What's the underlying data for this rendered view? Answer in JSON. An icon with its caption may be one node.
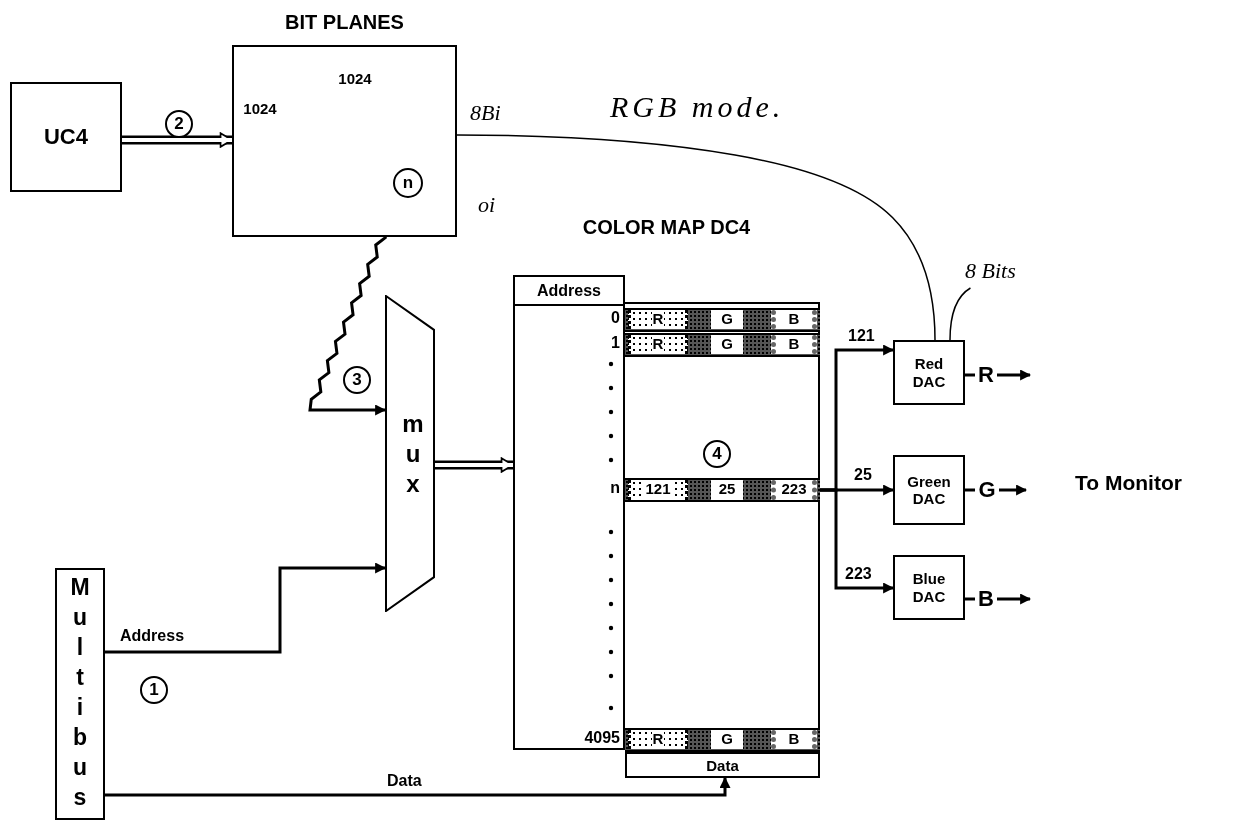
{
  "diagram": {
    "nodes": [
      {
        "text": [
          "BIT PLANES"
        ]
      },
      {
        "text": [
          "n"
        ],
        "in": 0
      },
      {
        "text": [
          "UC4"
        ]
      },
      {
        "text": [
          "mux"
        ]
      },
      {
        "text": [
          "Multibus"
        ]
      },
      {
        "text": [
          "COLOR MAP DC4"
        ]
      },
      {
        "text": [
          "Address"
        ],
        "in": 5
      },
      {
        "text": [
          "Data"
        ],
        "in": 5
      },
      {
        "text": [
          "Red DAC"
        ]
      },
      {
        "text": [
          "Green DAC"
        ]
      },
      {
        "text": [
          "Blue DAC"
        ]
      },
      {
        "text": [
          "R"
        ]
      },
      {
        "text": [
          "G"
        ]
      },
      {
        "text": [
          "B"
        ]
      },
      {
        "text": [
          "8 Bits"
        ]
      },
      {
        "text": [
          "2"
        ]
      },
      {
        "text": [
          "3"
        ]
      },
      {
        "text": [
          "4"
        ],
        "in": 5
      },
      {
        "text": [
          "1"
        ]
      }
    ],
    "edges": [
      {
        "from": 2,
        "to": 0,
        "arrow": "to",
        "style": "thick"
      },
      {
        "from": 1,
        "to": 3,
        "arrow": "to"
      },
      {
        "from": 4,
        "to": 3,
        "arrow": "to",
        "label": "Address"
      },
      {
        "from": 4,
        "to": 7,
        "arrow": "to",
        "label": "Data"
      },
      {
        "from": 3,
        "to": 6,
        "arrow": "to",
        "style": "thick"
      },
      {
        "from": 5,
        "to": 8,
        "arrow": "to",
        "label": "121"
      },
      {
        "from": 5,
        "to": 9,
        "arrow": "to",
        "label": "25"
      },
      {
        "from": 5,
        "to": 10,
        "arrow": "to",
        "label": "223"
      },
      {
        "from": 8,
        "to": 11,
        "arrow": "none"
      },
      {
        "from": 11,
        "to": null,
        "arrow": "to"
      },
      {
        "from": 9,
        "to": 12,
        "arrow": "none"
      },
      {
        "from": 12,
        "to": null,
        "arrow": "to"
      },
      {
        "from": 10,
        "to": 13,
        "arrow": "none"
      },
      {
        "from": 13,
        "to": null,
        "arrow": "to"
      },
      {
        "from": 0,
        "to": 8,
        "arrow": "none"
      },
      {
        "from": 14,
        "to": 8,
        "arrow": "none"
      }
    ],
    "labels": [
      "1024",
      "1024",
      "8Bi",
      "RGB mode.",
      "oi",
      "0",
      "R",
      "G",
      "B",
      "1",
      "R",
      "G",
      "B",
      "n",
      "121",
      "25",
      "223",
      "4095",
      "R",
      "G",
      "B",
      "To Monitor"
    ]
  }
}
